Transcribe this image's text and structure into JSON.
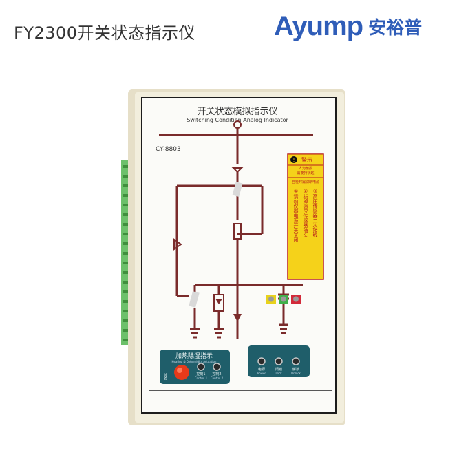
{
  "header": {
    "product_title": "FY2300开关状态指示仪",
    "brand_name": "Ayump",
    "brand_cn": "安裕普"
  },
  "panel": {
    "title_cn": "开关状态模拟指示仪",
    "title_en": "Switching Condition Analog Indicator",
    "model": "CY-8803"
  },
  "warning": {
    "head": "警示",
    "lines": [
      "人为触摸",
      "需要持钥匙",
      "自检时需切断电源",
      "①请勿仪器电源开关关闭",
      "②拔掉感应传感器插头",
      "③高压传感器二次接线"
    ]
  },
  "heating_panel": {
    "title_cn": "加热除湿指示",
    "title_en": "Heating & Dehumidity Actuation",
    "button_label": "试验",
    "led1_cn": "控制1",
    "led1_en": "Control 1",
    "led2_cn": "控制2",
    "led2_en": "Control 2"
  },
  "status_panel": {
    "led1_cn": "电源",
    "led1_en": "Power",
    "led2_cn": "闭锁",
    "led2_en": "Lock",
    "led3_cn": "解锁",
    "led3_en": "Unlock"
  },
  "colors": {
    "circuit": "#7a2b2b",
    "brand": "#2f5db8",
    "terminal_green": "#6cc06a",
    "warning_yellow": "#f5d21a",
    "panel_teal": "#1f5e6a",
    "button_red": "#e63a1a",
    "led_yellow": "#e8d21c",
    "led_green": "#3fb04a",
    "led_red": "#d22a3a"
  }
}
